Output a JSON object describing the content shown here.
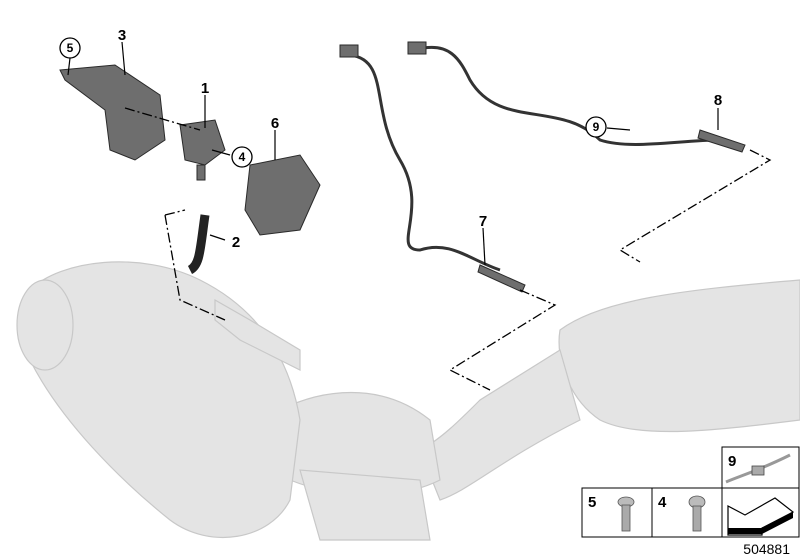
{
  "diagram": {
    "callouts": {
      "c1": "1",
      "c2": "2",
      "c3": "3",
      "c4": "4",
      "c5": "5",
      "c6": "6",
      "c7": "7",
      "c8": "8",
      "c9": "9"
    },
    "legend": {
      "item9": "9",
      "item5": "5",
      "item4": "4"
    },
    "diagram_id": "504881"
  }
}
